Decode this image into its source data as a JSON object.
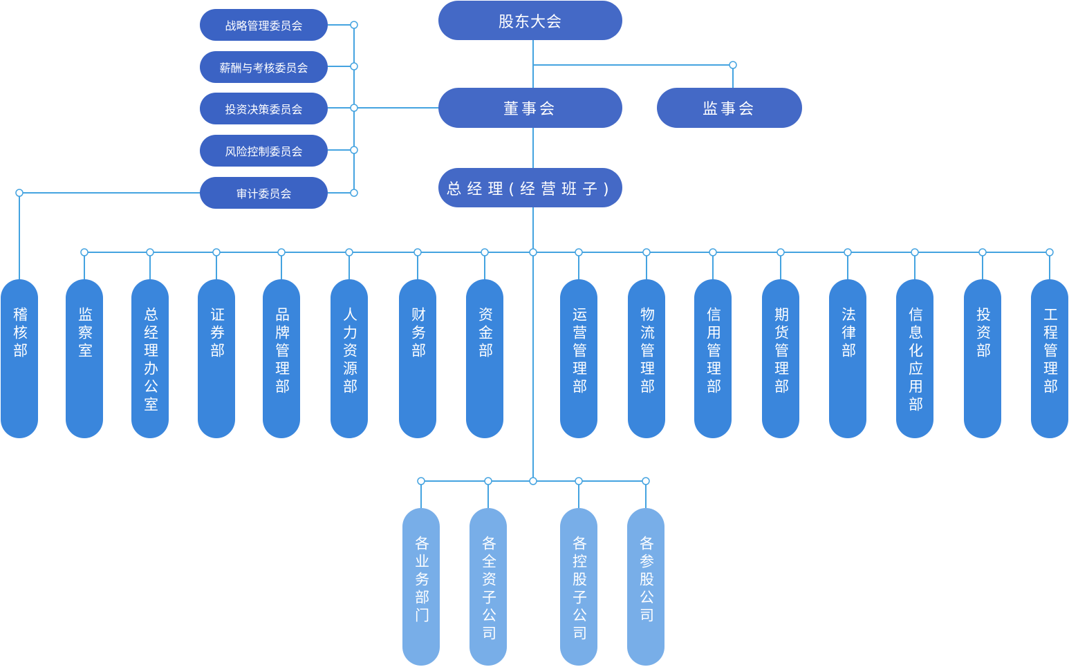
{
  "top": {
    "shareholders": "股东大会",
    "board": "董事会",
    "supervisors": "监事会",
    "gm": "总经理(经营班子)"
  },
  "committees": [
    "战略管理委员会",
    "薪酬与考核委员会",
    "投资决策委员会",
    "风险控制委员会",
    "审计委员会"
  ],
  "audit_dept": "稽核部",
  "departments": [
    "监察室",
    "总经理办公室",
    "证券部",
    "品牌管理部",
    "人力资源部",
    "财务部",
    "资金部",
    "运营管理部",
    "物流管理部",
    "信用管理部",
    "期货管理部",
    "法律部",
    "信息化应用部",
    "投资部",
    "工程管理部"
  ],
  "subsidiaries": [
    "各业务部门",
    "各全资子公司",
    "各控股子公司",
    "各参股公司"
  ],
  "colors": {
    "top_node": "#4469c6",
    "department": "#3a86dc",
    "subsidiary": "#78aee8",
    "connector": "#44a3e0"
  }
}
